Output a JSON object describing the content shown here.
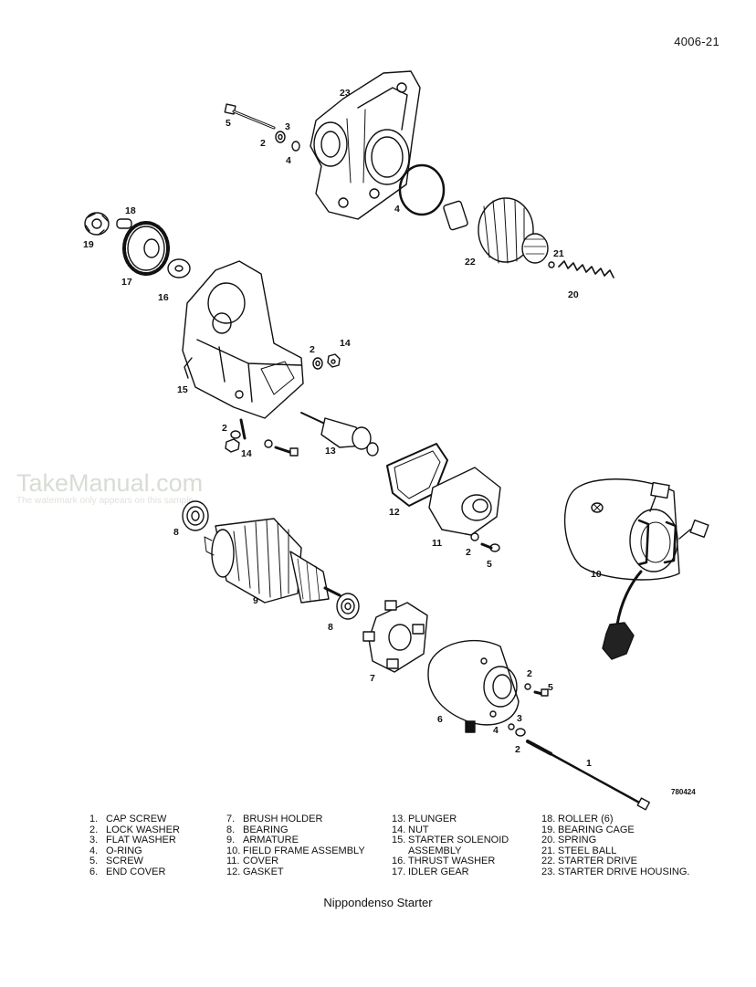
{
  "page_number": "4006-21",
  "watermark": {
    "title": "TakeManual.com",
    "subtitle": "The watermark only appears on this sample"
  },
  "figure_code": "780424",
  "callouts": {
    "c1": "1",
    "c2a": "2",
    "c2b": "2",
    "c2c": "2",
    "c2d": "2",
    "c2e": "2",
    "c2f": "2",
    "c3a": "3",
    "c3b": "3",
    "c4a": "4",
    "c4b": "4",
    "c4c": "4",
    "c5a": "5",
    "c5b": "5",
    "c5c": "5",
    "c6": "6",
    "c7": "7",
    "c8a": "8",
    "c8b": "8",
    "c9": "9",
    "c10": "10",
    "c11": "11",
    "c12": "12",
    "c13": "13",
    "c14a": "14",
    "c14b": "14",
    "c15": "15",
    "c16": "16",
    "c17": "17",
    "c18": "18",
    "c19": "19",
    "c20": "20",
    "c21": "21",
    "c22": "22",
    "c23": "23"
  },
  "legend": [
    [
      {
        "num": "1.",
        "text": "CAP SCREW"
      },
      {
        "num": "2.",
        "text": "LOCK WASHER"
      },
      {
        "num": "3.",
        "text": "FLAT WASHER"
      },
      {
        "num": "4.",
        "text": "O-RING"
      },
      {
        "num": "5.",
        "text": "SCREW"
      },
      {
        "num": "6.",
        "text": "END COVER"
      }
    ],
    [
      {
        "num": "7.",
        "text": "BRUSH HOLDER"
      },
      {
        "num": "8.",
        "text": "BEARING"
      },
      {
        "num": "9.",
        "text": "ARMATURE"
      },
      {
        "num": "10.",
        "text": "FIELD FRAME ASSEMBLY"
      },
      {
        "num": "11.",
        "text": "COVER"
      },
      {
        "num": "12.",
        "text": "GASKET"
      }
    ],
    [
      {
        "num": "13.",
        "text": "PLUNGER"
      },
      {
        "num": "14.",
        "text": "NUT"
      },
      {
        "num": "15.",
        "text": "STARTER SOLENOID"
      },
      {
        "num": "",
        "text": "ASSEMBLY"
      },
      {
        "num": "16.",
        "text": "THRUST WASHER"
      },
      {
        "num": "17.",
        "text": "IDLER GEAR"
      }
    ],
    [
      {
        "num": "18.",
        "text": "ROLLER (6)"
      },
      {
        "num": "19.",
        "text": "BEARING CAGE"
      },
      {
        "num": "20.",
        "text": "SPRING"
      },
      {
        "num": "21.",
        "text": "STEEL BALL"
      },
      {
        "num": "22.",
        "text": "STARTER DRIVE"
      },
      {
        "num": "23.",
        "text": "STARTER DRIVE HOUSING."
      }
    ]
  ],
  "caption": "Nippondenso Starter"
}
